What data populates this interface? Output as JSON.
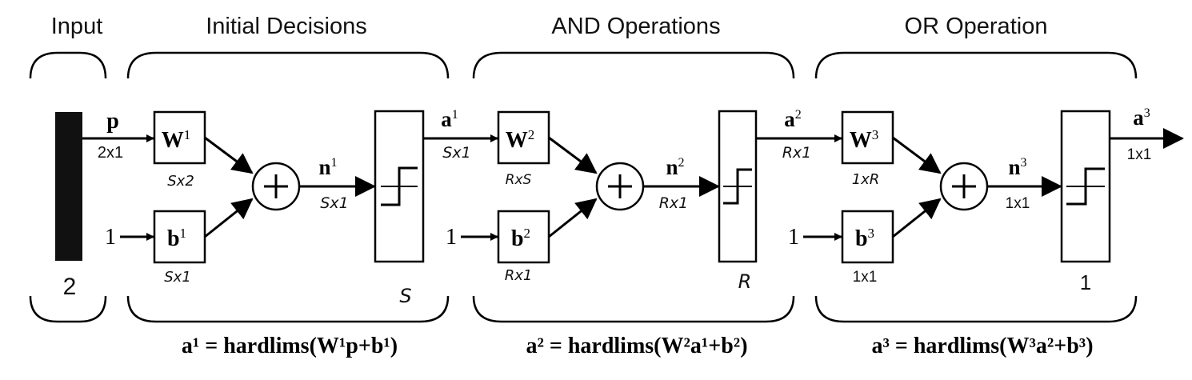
{
  "headers": {
    "input": "Input",
    "initial": "Initial Decisions",
    "and": "AND Operations",
    "or": "OR Operation"
  },
  "input": {
    "symbol": "p",
    "dim": "2x1",
    "size": "2",
    "one": "1"
  },
  "layer1": {
    "w": "W",
    "w_sup": "1",
    "w_dim": "Sx2",
    "b": "b",
    "b_sup": "1",
    "b_dim": "Sx1",
    "n": "n",
    "n_sup": "1",
    "n_dim": "Sx1",
    "a": "a",
    "a_sup": "1",
    "a_dim": "Sx1",
    "neurons": "S",
    "one": "1",
    "equation": "a¹ = hardlims(W¹p+b¹)"
  },
  "layer2": {
    "w": "W",
    "w_sup": "2",
    "w_dim": "RxS",
    "b": "b",
    "b_sup": "2",
    "b_dim": "Rx1",
    "n": "n",
    "n_sup": "2",
    "n_dim": "Rx1",
    "a": "a",
    "a_sup": "2",
    "a_dim": "Rx1",
    "neurons": "R",
    "one": "1",
    "equation": "a² = hardlims(W²a¹+b²)"
  },
  "layer3": {
    "w": "W",
    "w_sup": "3",
    "w_dim": "1xR",
    "b": "b",
    "b_sup": "3",
    "b_dim": "1x1",
    "n": "n",
    "n_sup": "3",
    "n_dim": "1x1",
    "a": "a",
    "a_sup": "3",
    "a_dim": "1x1",
    "neurons": "1",
    "one": "1",
    "equation": "a³ = hardlims(W³a²+b³)"
  }
}
